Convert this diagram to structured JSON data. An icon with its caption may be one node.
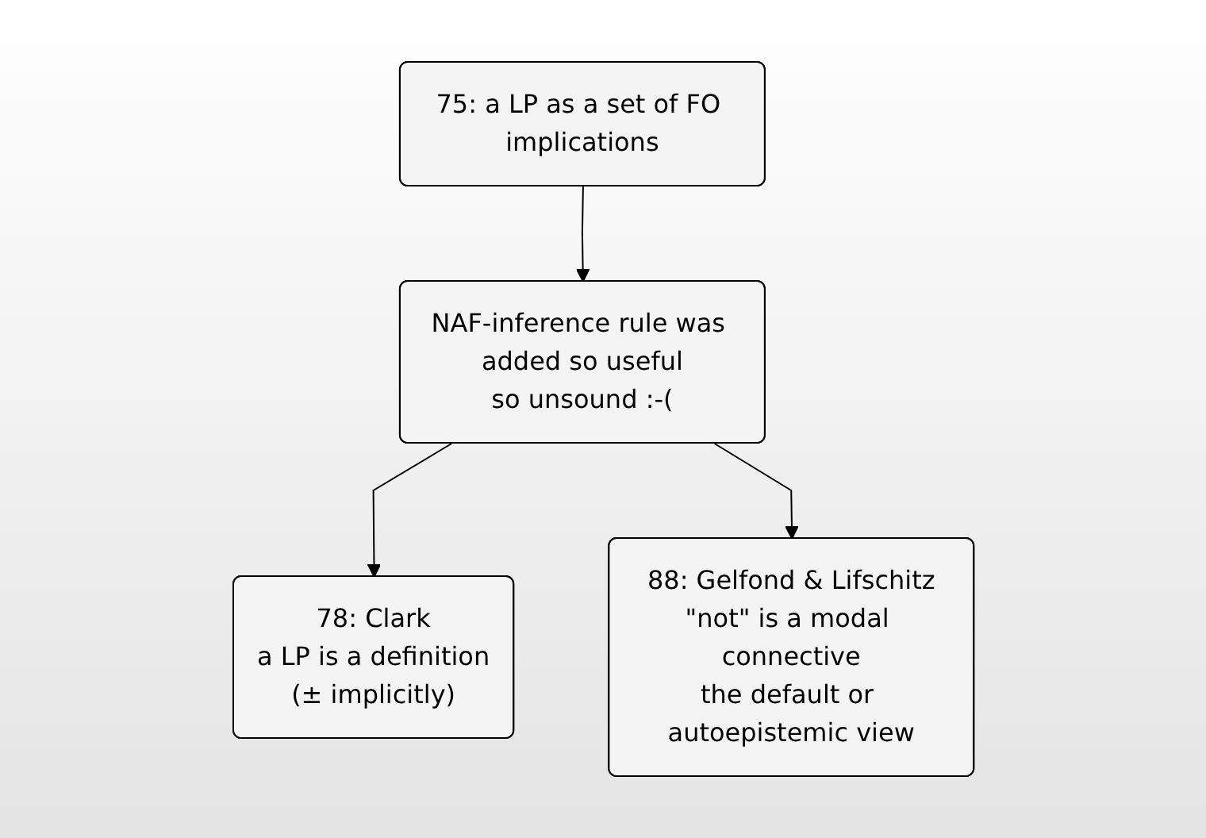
{
  "diagram": {
    "nodes": [
      {
        "text": [
          "75: a LP as a set of FO implications"
        ]
      },
      {
        "text": [
          "NAF-inference rule was added so useful",
          "so unsound :-("
        ]
      },
      {
        "text": [
          "78: Clark",
          "a LP is a definition",
          "(± implicitly)"
        ]
      },
      {
        "text": [
          "88: Gelfond & Lifschitz",
          "\"not\" is a modal connective",
          "the default or autoepistemic view"
        ]
      }
    ],
    "edges": [
      {
        "from": 0,
        "to": 1,
        "arrow": "to"
      },
      {
        "from": 1,
        "to": 2,
        "arrow": "to"
      },
      {
        "from": 1,
        "to": 3,
        "arrow": "to"
      }
    ]
  }
}
